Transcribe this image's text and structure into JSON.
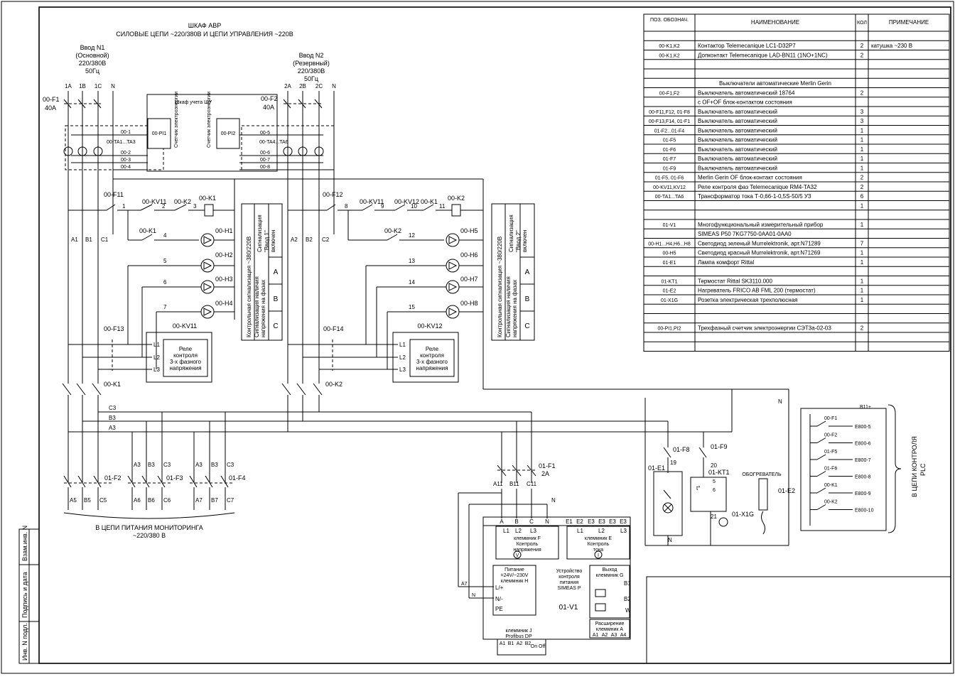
{
  "header": {
    "title_1": "ШКАФ АВР",
    "title_2": "СИЛОВЫЕ ЦЕПИ ~220/380В И ЦЕПИ УПРАВЛЕНИЯ ~220В"
  },
  "inputs": {
    "n1": {
      "l1": "Ввод N1",
      "l2": "(Основной)",
      "l3": "220/380В",
      "l4": "50Гц",
      "phases": [
        "1A",
        "1B",
        "1C",
        "N"
      ],
      "breaker": "00-F1",
      "breaker_rating": "40А"
    },
    "n2": {
      "l1": "Ввод N2",
      "l2": "(Резервный)",
      "l3": "220/380В",
      "l4": "50Гц",
      "phases": [
        "2A",
        "2B",
        "2C",
        "N"
      ],
      "breaker": "00-F2",
      "breaker_rating": "40А"
    }
  },
  "meter_cabinet": {
    "title": "Шкаф учета ШУ",
    "meter1": "00-PI1",
    "meter2": "00-PI2",
    "meter_label": "Счетчик электроэнергии",
    "ct1": "00-TA1...TA3",
    "ct2": "00-TA4...TA6",
    "wires_left": [
      "00-1",
      "00-2",
      "00-3",
      "00-4"
    ],
    "wires_right": [
      "00-5",
      "00-6",
      "00-7",
      "00-8"
    ]
  },
  "control": {
    "left": {
      "breaker": "00-F11",
      "kv": "00-KV11",
      "k2": "00-K2",
      "k1_coil": "00-K1",
      "k1_contact": "00-K1",
      "wire_nums": [
        "1",
        "2",
        "3",
        "4",
        "5",
        "6",
        "7"
      ],
      "lamps": [
        "00-H1",
        "00-H2",
        "00-H3",
        "00-H4"
      ],
      "phase_lines": [
        "A1",
        "B1",
        "C1"
      ],
      "breaker_bottom": "00-F13",
      "relay": "00-KV11",
      "relay_text_1": "Реле",
      "relay_text_2": "контроля",
      "relay_text_3": "3-х фазного",
      "relay_text_4": "напряжения",
      "relay_terms": [
        "L1",
        "L2",
        "L3"
      ],
      "contactor": "00-K1"
    },
    "right": {
      "breaker": "00-F12",
      "kv": "00-KV11",
      "kv2": "00-KV12",
      "k1": "00-K1",
      "k2_coil": "00-K2",
      "k2_contact": "00-K2",
      "wire_nums": [
        "8",
        "9",
        "10",
        "11",
        "12",
        "13",
        "14",
        "15"
      ],
      "lamps": [
        "00-H5",
        "00-H6",
        "00-H7",
        "00-H8"
      ],
      "phase_lines": [
        "A2",
        "B2",
        "C2"
      ],
      "breaker_bottom": "00-F14",
      "relay": "00-KV12",
      "relay_text_1": "Реле",
      "relay_text_2": "контроля",
      "relay_text_3": "3-х фазного",
      "relay_text_4": "напряжения",
      "relay_terms": [
        "L1",
        "L2",
        "L3"
      ],
      "contactor": "00-K2"
    }
  },
  "signal_panel": {
    "left": {
      "v1": "Контрольная сигнализация ~380/220В",
      "s1": "Сигнализация",
      "s2": "\"Ввод 1\"",
      "s3": "включен",
      "n1": "Сигнализация наличия",
      "n2": "напряжения на фазах",
      "phases": [
        "A",
        "B",
        "C"
      ]
    },
    "right": {
      "v1": "Контрольная сигнализация ~380/220В",
      "s1": "Сигнализация",
      "s2": "\"Ввод 2\"",
      "s3": "включен",
      "n1": "Сигнализация наличия",
      "n2": "напряжения на фазах",
      "phases": [
        "A",
        "B",
        "C"
      ]
    }
  },
  "bus": {
    "lines": [
      "C3",
      "B3",
      "A3"
    ],
    "n_label": "N"
  },
  "monitoring": {
    "breakers": [
      "01-F2",
      "01-F3",
      "01-F4"
    ],
    "top_labels": [
      "A3",
      "B3",
      "C3"
    ],
    "out_labels": [
      [
        "A5",
        "B5",
        "C5"
      ],
      [
        "A6",
        "B6",
        "C6"
      ],
      [
        "A7",
        "B7",
        "C7"
      ]
    ],
    "caption_1": "В ЦЕПИ ПИТАНИЯ МОНИТОРИНГА",
    "caption_2": "~220/380 В"
  },
  "simeas": {
    "breaker": "01-F1",
    "breaker_rating": "2A",
    "in_labels": [
      "A11",
      "B11",
      "C11"
    ],
    "top_terms": [
      "A",
      "B",
      "C",
      "N",
      "E1",
      "E2",
      "E3",
      "E3",
      "E3",
      "E3"
    ],
    "f_terms": [
      "L1",
      "L2",
      "L3"
    ],
    "f_text_1": "клеммник F",
    "f_text_2": "Контроль",
    "f_text_3": "напряжения",
    "f_sym": "V",
    "e_terms": [
      "L1",
      "L2",
      "L3"
    ],
    "e_text_1": "клеммник E",
    "e_text_2": "Контроль",
    "e_text_3": "тока",
    "e_sym": "I",
    "psu_1": "Питание",
    "psu_2": "=24V/~230V",
    "psu_3": "клеммник H",
    "psu_terms": [
      "L/+",
      "N/-",
      "PE"
    ],
    "dev_1": "Устройство",
    "dev_2": "контроля",
    "dev_3": "питания",
    "dev_4": "SIMEAS P",
    "dev_id": "01-V1",
    "out_1": "Выход",
    "out_2": "клеммник G",
    "out_terms": [
      "B1",
      "B2",
      "W"
    ],
    "ext_1": "Расширение",
    "ext_2": "клеммник A",
    "ext_terms": [
      "A1",
      "A2",
      "A3",
      "A4"
    ],
    "j_1": "клеммник J",
    "j_2": "Profibus DP",
    "j_terms": [
      "A1",
      "B1",
      "A2",
      "B2",
      "On Off"
    ],
    "side_a7": "A7",
    "side_n": "N"
  },
  "heating": {
    "f8": "01-F8",
    "f9": "01-F9",
    "lamp": "01-E1",
    "thermostat": "01-KT1",
    "heater": "01-E2",
    "heater_label": "ОБОГРЕВАТЕЛЬ",
    "socket": "01-X1G",
    "nums": [
      "19",
      "20",
      "21",
      "5",
      "6"
    ],
    "t_sym": "t°",
    "n_label": "N",
    "n_lamp": "N"
  },
  "plc": {
    "top": "B11+",
    "contacts": [
      {
        "name": "00-F1",
        "out": "E800-5"
      },
      {
        "name": "00-F2",
        "out": "E800-6"
      },
      {
        "name": "01-F5",
        "out": "E800-7"
      },
      {
        "name": "01-F6",
        "out": "E800-8"
      },
      {
        "name": "00-K1",
        "out": "E800-9"
      },
      {
        "name": "00-K2",
        "out": "E800-10"
      }
    ],
    "caption_1": "В ЦЕПИ КОНТРОЛЯ",
    "caption_2": "PLC"
  },
  "stamp": [
    "Инв. N подл.",
    "Подпись и дата",
    "Взам.инв. N"
  ],
  "bom": {
    "headers": [
      "ПОЗ. ОБОЗНАЧ.",
      "НАИМЕНОВАНИЕ",
      "КОЛ",
      "ПРИМЕЧАНИЕ"
    ],
    "rows": [
      [
        "",
        "",
        "",
        ""
      ],
      [
        "00-K1,K2",
        "Контактор Telemecanique LC1-D32P7",
        "2",
        "катушка ~230 В"
      ],
      [
        "00-K1,K2",
        "Допконтакт Telemecanique LAD-BN11 (1NO+1NC)",
        "2",
        ""
      ],
      [
        "",
        "",
        "",
        ""
      ],
      [
        "",
        "",
        "",
        ""
      ],
      [
        "",
        "Выключатели автоматические Merlin Gerin",
        "",
        ""
      ],
      [
        "00-F1,F2",
        "Выключатель автоматический        18764",
        "2",
        ""
      ],
      [
        "",
        "с OF+OF блок-контактом состояния",
        "",
        ""
      ],
      [
        "00-F11,F12, 01-F8",
        "Выключатель автоматический",
        "3",
        ""
      ],
      [
        "00-F13,F14, 01-F1",
        "Выключатель автоматический",
        "3",
        ""
      ],
      [
        "01-F2...01-F4",
        "Выключатель автоматический",
        "1",
        ""
      ],
      [
        "01-F5",
        "Выключатель автоматический",
        "1",
        ""
      ],
      [
        "01-F6",
        "Выключатель автоматический",
        "1",
        ""
      ],
      [
        "01-F7",
        "Выключатель автоматический",
        "1",
        ""
      ],
      [
        "01-F9",
        "Выключатель автоматический",
        "1",
        ""
      ],
      [
        "01-F5, 01-F6",
        "Merlin Gerin OF блок-контакт состояния",
        "2",
        ""
      ],
      [
        "00-KV11,KV12",
        "Реле контроля фаз Telemecanique RM4-TA32",
        "2",
        ""
      ],
      [
        "00-TA1...TA6",
        "Трансформатор тока Т-0,66-1-0,5S-50/5 УЗ",
        "6",
        ""
      ],
      [
        "",
        "",
        "1",
        ""
      ],
      [
        "",
        "",
        "",
        ""
      ],
      [
        "01-V1",
        "Многофункциональный измерительный прибор",
        "1",
        ""
      ],
      [
        "",
        "SIMEAS P50 7KG7750-0AA01-0AA0",
        "",
        ""
      ],
      [
        "00-H1...H4,H6...H8",
        "Светодиод зеленый Murrelektronik, арт.N71289",
        "7",
        ""
      ],
      [
        "00-H5",
        "Светодиод красный Murrelektronik, арт.N71269",
        "1",
        ""
      ],
      [
        "01-E1",
        "Лампа комфорт Rittal",
        "1",
        ""
      ],
      [
        "",
        "",
        "",
        ""
      ],
      [
        "01-KT1",
        "Термостат Rittal   SK3110.000",
        "1",
        ""
      ],
      [
        "01-E2",
        "Нагреватель FRICO AB FML 200 (термостат)",
        "1",
        ""
      ],
      [
        "01-X1G",
        "Розетка электрическая трехполюсная",
        "1",
        ""
      ],
      [
        "",
        "",
        "",
        ""
      ],
      [
        "",
        "",
        "",
        ""
      ],
      [
        "00-PI1,PI2",
        "Трехфазный счетчик электроэнергии СЭТ3а-02-03",
        "2",
        ""
      ],
      [
        "",
        "",
        "",
        ""
      ],
      [
        "",
        "",
        "",
        ""
      ]
    ]
  }
}
